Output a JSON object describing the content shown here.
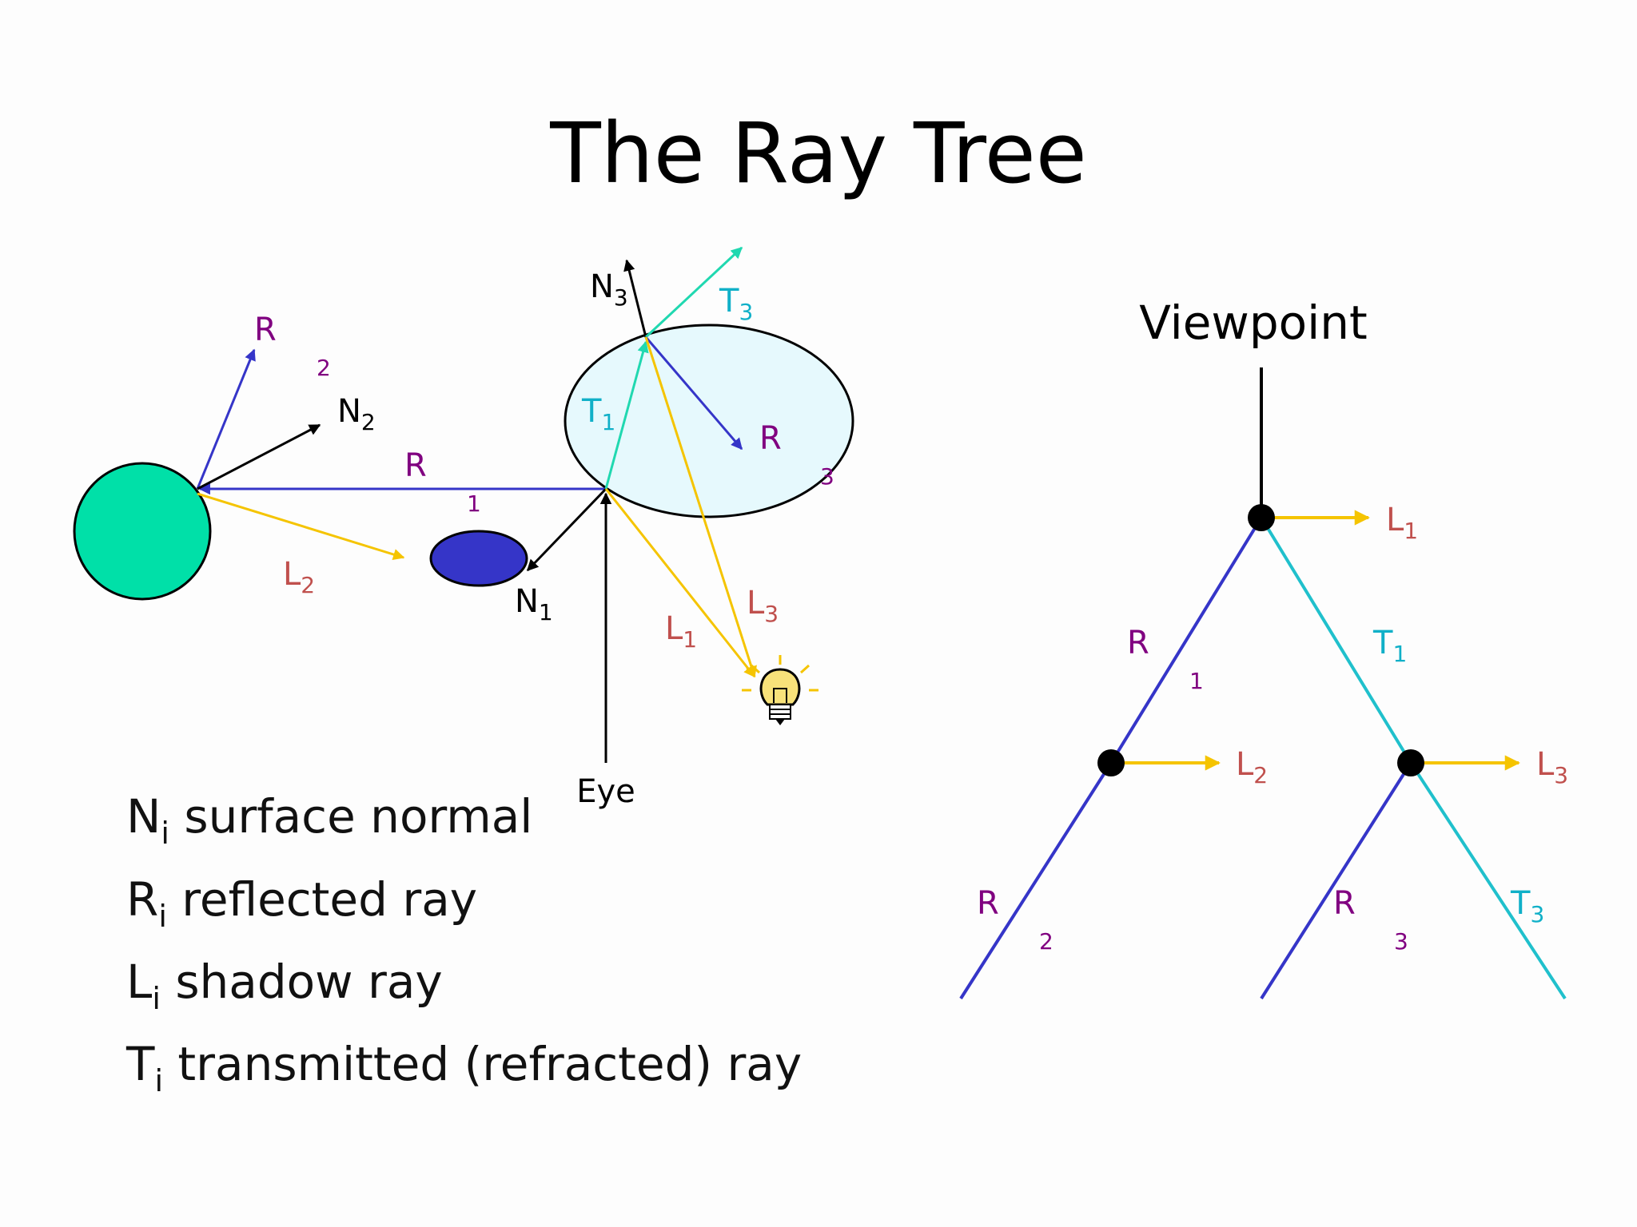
{
  "slide": {
    "title": "The Ray Tree"
  },
  "scene": {
    "labels": {
      "r1": {
        "main": "R",
        "sub": "1"
      },
      "r2": {
        "main": "R",
        "sub": "2"
      },
      "r3": {
        "main": "R",
        "sub": "3"
      },
      "n1": {
        "main": "N",
        "sub": "1"
      },
      "n2": {
        "main": "N",
        "sub": "2"
      },
      "n3": {
        "main": "N",
        "sub": "3"
      },
      "t1": {
        "main": "T",
        "sub": "1"
      },
      "t3": {
        "main": "T",
        "sub": "3"
      },
      "l1": {
        "main": "L",
        "sub": "1"
      },
      "l2": {
        "main": "L",
        "sub": "2"
      },
      "l3": {
        "main": "L",
        "sub": "3"
      },
      "eye": "Eye"
    },
    "icons": {
      "light": "light-bulb-icon"
    }
  },
  "legend": [
    {
      "symbol": "N",
      "sub": "i",
      "text": " surface normal"
    },
    {
      "symbol": "R",
      "sub": "i",
      "text": " reflected ray"
    },
    {
      "symbol": "L",
      "sub": "i",
      "text": " shadow ray"
    },
    {
      "symbol": "T",
      "sub": "i",
      "text": " transmitted (refracted) ray"
    }
  ],
  "tree": {
    "root_label": "Viewpoint",
    "labels": {
      "l1": {
        "main": "L",
        "sub": "1"
      },
      "l2": {
        "main": "L",
        "sub": "2"
      },
      "l3": {
        "main": "L",
        "sub": "3"
      },
      "r1": {
        "main": "R",
        "sub": "1"
      },
      "r2": {
        "main": "R",
        "sub": "2"
      },
      "r3": {
        "main": "R",
        "sub": "3"
      },
      "t1": {
        "main": "T",
        "sub": "1"
      },
      "t3": {
        "main": "T",
        "sub": "3"
      }
    }
  },
  "colors": {
    "reflected": "#3535c8",
    "transmitted": "#20d8b0",
    "shadow": "#f5c400",
    "tree_transmitted": "#20c0cc",
    "sphere": "#00e0a8",
    "blue_object": "#3535c8",
    "glass_object": "#e6f9fd",
    "label_purple": "#800080",
    "label_teal": "#10b0c8",
    "label_shadow": "#c0504d"
  }
}
